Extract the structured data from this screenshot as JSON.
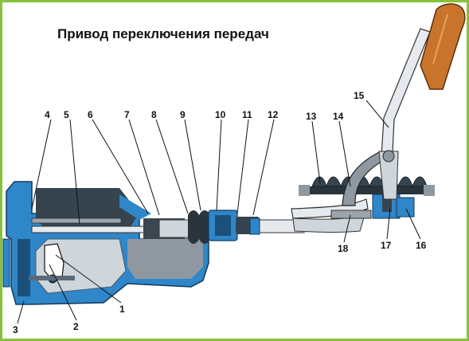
{
  "title": "Привод переключения передач",
  "colors": {
    "frame": "#86c23a",
    "housing_blue": "#2f86c9",
    "housing_dark": "#36444f",
    "housing_gray": "#8f98a0",
    "lever_orange": "#c8742c",
    "rod_light": "#e6eaee"
  },
  "callouts": [
    {
      "id": 1,
      "label": "1"
    },
    {
      "id": 2,
      "label": "2"
    },
    {
      "id": 3,
      "label": "3"
    },
    {
      "id": 4,
      "label": "4"
    },
    {
      "id": 5,
      "label": "5"
    },
    {
      "id": 6,
      "label": "6"
    },
    {
      "id": 7,
      "label": "7"
    },
    {
      "id": 8,
      "label": "8"
    },
    {
      "id": 9,
      "label": "9"
    },
    {
      "id": 10,
      "label": "10"
    },
    {
      "id": 11,
      "label": "11"
    },
    {
      "id": 12,
      "label": "12"
    },
    {
      "id": 13,
      "label": "13"
    },
    {
      "id": 14,
      "label": "14"
    },
    {
      "id": 15,
      "label": "15"
    },
    {
      "id": 16,
      "label": "16"
    },
    {
      "id": 17,
      "label": "17"
    },
    {
      "id": 18,
      "label": "18"
    }
  ]
}
